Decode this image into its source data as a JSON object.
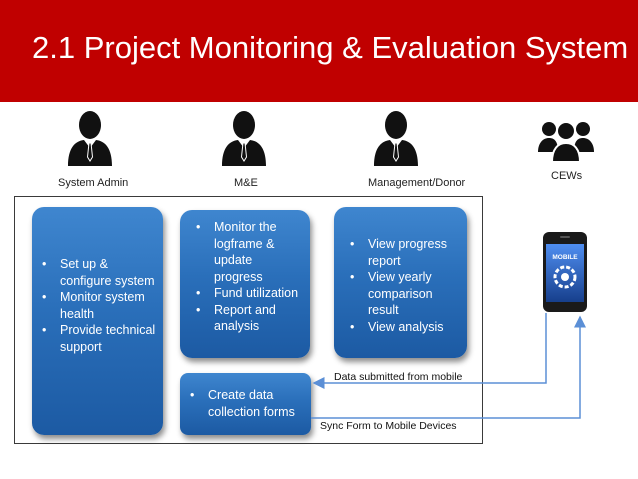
{
  "title": "2.1 Project Monitoring & Evaluation System",
  "roles": {
    "system_admin": "System Admin",
    "me": "M&E",
    "management": "Management/Donor",
    "cews": "CEWs"
  },
  "boxes": {
    "system_admin": [
      "Set up & configure system",
      "Monitor system health",
      "Provide technical support"
    ],
    "me_monitor": [
      "Monitor the logframe & update progress",
      "Fund utilization",
      "Report and analysis"
    ],
    "me_forms": [
      "Create data collection forms"
    ],
    "management": [
      "View progress report",
      "View yearly comparison result",
      "View analysis"
    ]
  },
  "connectors": {
    "data_submitted": "Data submitted from mobile",
    "sync_form": "Sync Form to Mobile Devices"
  },
  "phone": {
    "screen_label": "MOBILE"
  },
  "colors": {
    "title_bar": "#c00000",
    "box_blue": "#2a6fba",
    "arrow": "#5b8fd6"
  }
}
